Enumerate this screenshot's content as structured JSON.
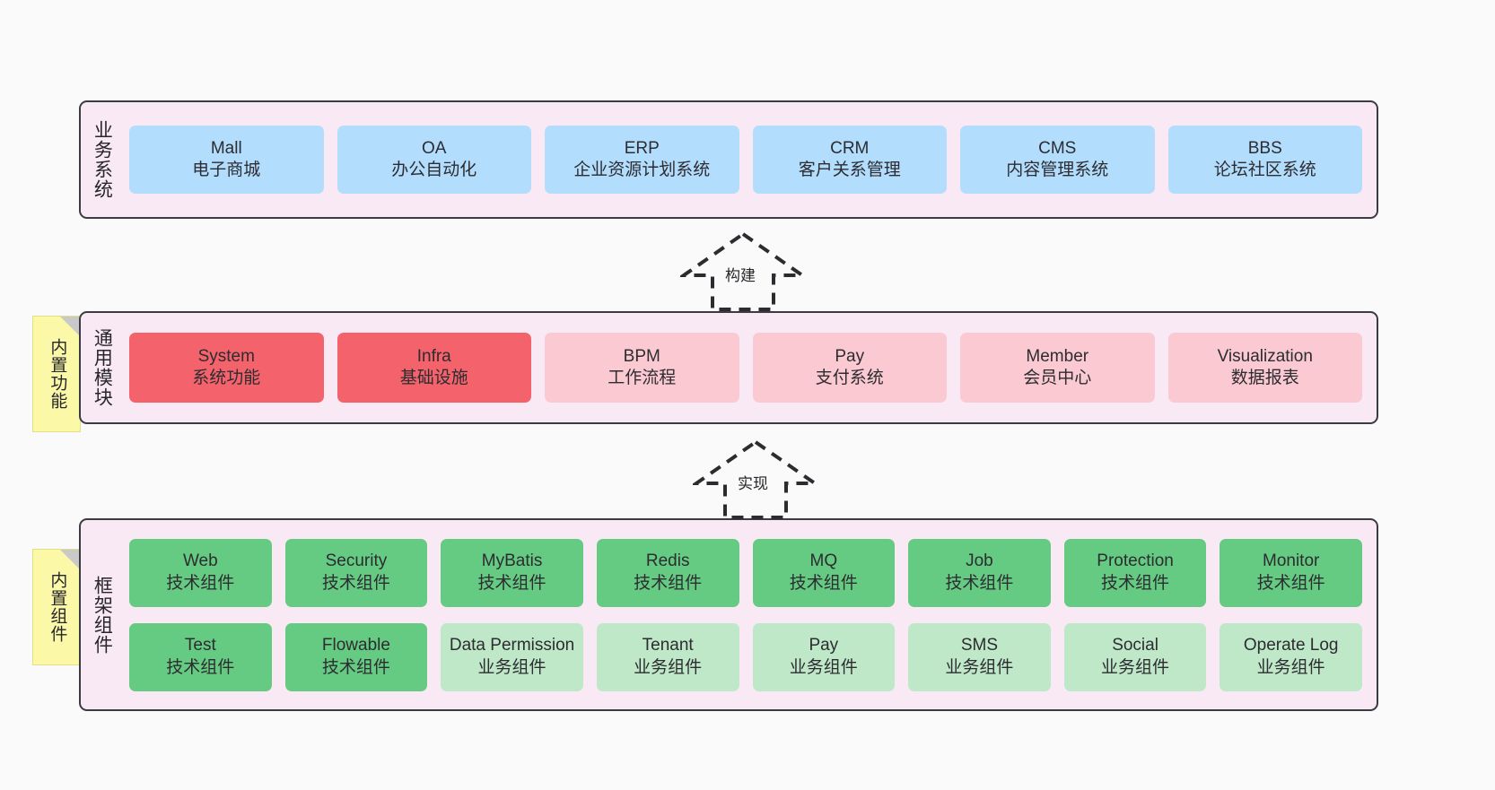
{
  "diagram": {
    "background_color": "#fafafa",
    "panel_bg": "#f8e9f4",
    "panel_border": "#3b3b42"
  },
  "layers": [
    {
      "key": "business",
      "title": "业务系统",
      "note": null,
      "rows": [
        {
          "cells": [
            {
              "en": "Mall",
              "cn": "电子商城",
              "color": "#b3ddfd",
              "style": "c-blue"
            },
            {
              "en": "OA",
              "cn": "办公自动化",
              "color": "#b3ddfd",
              "style": "c-blue"
            },
            {
              "en": "ERP",
              "cn": "企业资源计划系统",
              "color": "#b3ddfd",
              "style": "c-blue"
            },
            {
              "en": "CRM",
              "cn": "客户关系管理",
              "color": "#b3ddfd",
              "style": "c-blue"
            },
            {
              "en": "CMS",
              "cn": "内容管理系统",
              "color": "#b3ddfd",
              "style": "c-blue"
            },
            {
              "en": "BBS",
              "cn": "论坛社区系统",
              "color": "#b3ddfd",
              "style": "c-blue"
            }
          ]
        }
      ]
    },
    {
      "key": "modules",
      "title": "通用模块",
      "note": "内置功能",
      "rows": [
        {
          "cells": [
            {
              "en": "System",
              "cn": "系统功能",
              "color": "#f4636b",
              "style": "c-red"
            },
            {
              "en": "Infra",
              "cn": "基础设施",
              "color": "#f4636b",
              "style": "c-red"
            },
            {
              "en": "BPM",
              "cn": "工作流程",
              "color": "#fbc9d2",
              "style": "c-pink"
            },
            {
              "en": "Pay",
              "cn": "支付系统",
              "color": "#fbc9d2",
              "style": "c-pink"
            },
            {
              "en": "Member",
              "cn": "会员中心",
              "color": "#fbc9d2",
              "style": "c-pink"
            },
            {
              "en": "Visualization",
              "cn": "数据报表",
              "color": "#fbc9d2",
              "style": "c-pink"
            }
          ]
        }
      ]
    },
    {
      "key": "framework",
      "title": "框架组件",
      "note": "内置组件",
      "rows": [
        {
          "cells": [
            {
              "en": "Web",
              "cn": "技术组件",
              "color": "#66cb82",
              "style": "c-green"
            },
            {
              "en": "Security",
              "cn": "技术组件",
              "color": "#66cb82",
              "style": "c-green"
            },
            {
              "en": "MyBatis",
              "cn": "技术组件",
              "color": "#66cb82",
              "style": "c-green"
            },
            {
              "en": "Redis",
              "cn": "技术组件",
              "color": "#66cb82",
              "style": "c-green"
            },
            {
              "en": "MQ",
              "cn": "技术组件",
              "color": "#66cb82",
              "style": "c-green"
            },
            {
              "en": "Job",
              "cn": "技术组件",
              "color": "#66cb82",
              "style": "c-green"
            },
            {
              "en": "Protection",
              "cn": "技术组件",
              "color": "#66cb82",
              "style": "c-green"
            },
            {
              "en": "Monitor",
              "cn": "技术组件",
              "color": "#66cb82",
              "style": "c-green"
            }
          ]
        },
        {
          "cells": [
            {
              "en": "Test",
              "cn": "技术组件",
              "color": "#66cb82",
              "style": "c-green"
            },
            {
              "en": "Flowable",
              "cn": "技术组件",
              "color": "#66cb82",
              "style": "c-green"
            },
            {
              "en": "Data Permission",
              "cn": "业务组件",
              "color": "#bfe8c8",
              "style": "c-lightgreen"
            },
            {
              "en": "Tenant",
              "cn": "业务组件",
              "color": "#bfe8c8",
              "style": "c-lightgreen"
            },
            {
              "en": "Pay",
              "cn": "业务组件",
              "color": "#bfe8c8",
              "style": "c-lightgreen"
            },
            {
              "en": "SMS",
              "cn": "业务组件",
              "color": "#bfe8c8",
              "style": "c-lightgreen"
            },
            {
              "en": "Social",
              "cn": "业务组件",
              "color": "#bfe8c8",
              "style": "c-lightgreen"
            },
            {
              "en": "Operate Log",
              "cn": "业务组件",
              "color": "#bfe8c8",
              "style": "c-lightgreen"
            }
          ]
        }
      ]
    }
  ],
  "connectors": [
    {
      "key": "build",
      "label": "构建",
      "from": "modules",
      "to": "business"
    },
    {
      "key": "implement",
      "label": "实现",
      "from": "framework",
      "to": "modules"
    }
  ]
}
